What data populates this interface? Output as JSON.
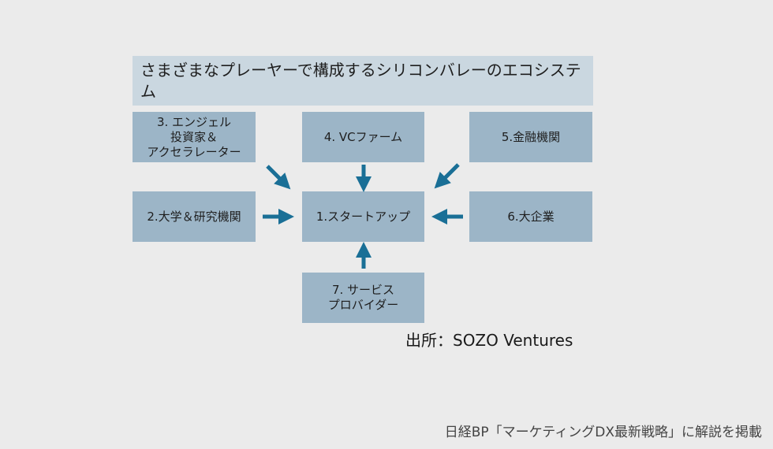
{
  "diagram": {
    "title": "さまざまなプレーヤーで構成するシリコンバレーのエコシステム",
    "nodes": {
      "startup": "1.スタートアップ",
      "university": "2.大学＆研究機関",
      "angel": "3. エンジェル\n投資家＆\nアクセラレーター",
      "vc": "4. VCファーム",
      "finance": "5.金融機関",
      "corporate": "6.大企業",
      "service": "7. サービス\nプロバイダー"
    },
    "source": "出所：SOZO Ventures"
  },
  "footer": {
    "caption": "日経BP「マーケティングDX最新戦略」に解説を掲載"
  },
  "colors": {
    "background": "#ebebeb",
    "title_fill": "#cad7e0",
    "node_fill": "#9cb5c7",
    "arrow": "#1a6f96"
  }
}
